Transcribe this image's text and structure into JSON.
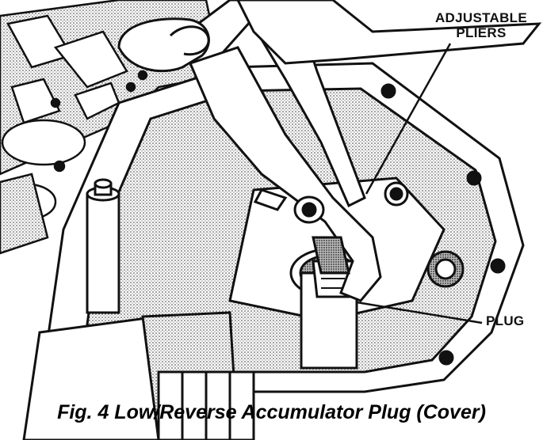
{
  "figure": {
    "caption": "Fig. 4 Low/Reverse Accumulator Plug (Cover)",
    "callouts": {
      "pliers_line1": "ADJUSTABLE",
      "pliers_line2": "PLIERS",
      "plug": "PLUG"
    }
  },
  "colors": {
    "ink": "#111111",
    "paper": "#ffffff",
    "shade": "#8a8a8a"
  }
}
